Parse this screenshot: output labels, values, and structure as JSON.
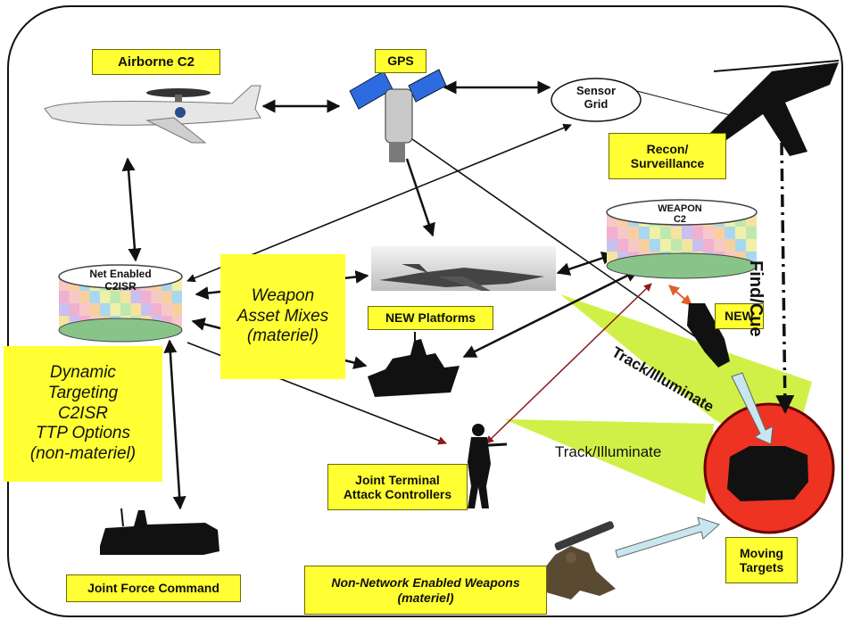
{
  "labels": {
    "airborne_c2": "Airborne C2",
    "gps": "GPS",
    "sensor_grid": "Sensor\nGrid",
    "recon": "Recon/\nSurveillance",
    "weapon_c2": "WEAPON\nC2",
    "net_enabled_c2isr": "Net Enabled\nC2ISR",
    "weapon_asset_mixes": "Weapon\nAsset Mixes\n(materiel)",
    "new_platforms": "NEW Platforms",
    "new": "NEW",
    "dynamic_targeting": "Dynamic\nTargeting\nC2ISR\nTTP Options\n(non-materiel)",
    "jtac": "Joint Terminal\nAttack Controllers",
    "joint_force_command": "Joint Force Command",
    "non_network_weapons": "Non-Network Enabled Weapons\n(materiel)",
    "moving_targets": "Moving\nTargets",
    "find_cue": "Find/Cue",
    "track_illuminate_1": "Track/Illuminate",
    "track_illuminate_2": "Track/Illuminate"
  },
  "icons": [
    "awacs-aircraft-icon",
    "gps-satellite-icon",
    "recon-aircraft-icon",
    "fighter-jet-icon",
    "warship-icon",
    "soldier-icon",
    "command-vehicle-icon",
    "missile-soldier-icon",
    "tank-icon",
    "weapon-icon"
  ],
  "colors": {
    "label_fill": "#ffff33",
    "beam": "#ccee33",
    "target": "#ee3322",
    "arrow": "#111111",
    "red_arrow": "#8b1a1a"
  }
}
